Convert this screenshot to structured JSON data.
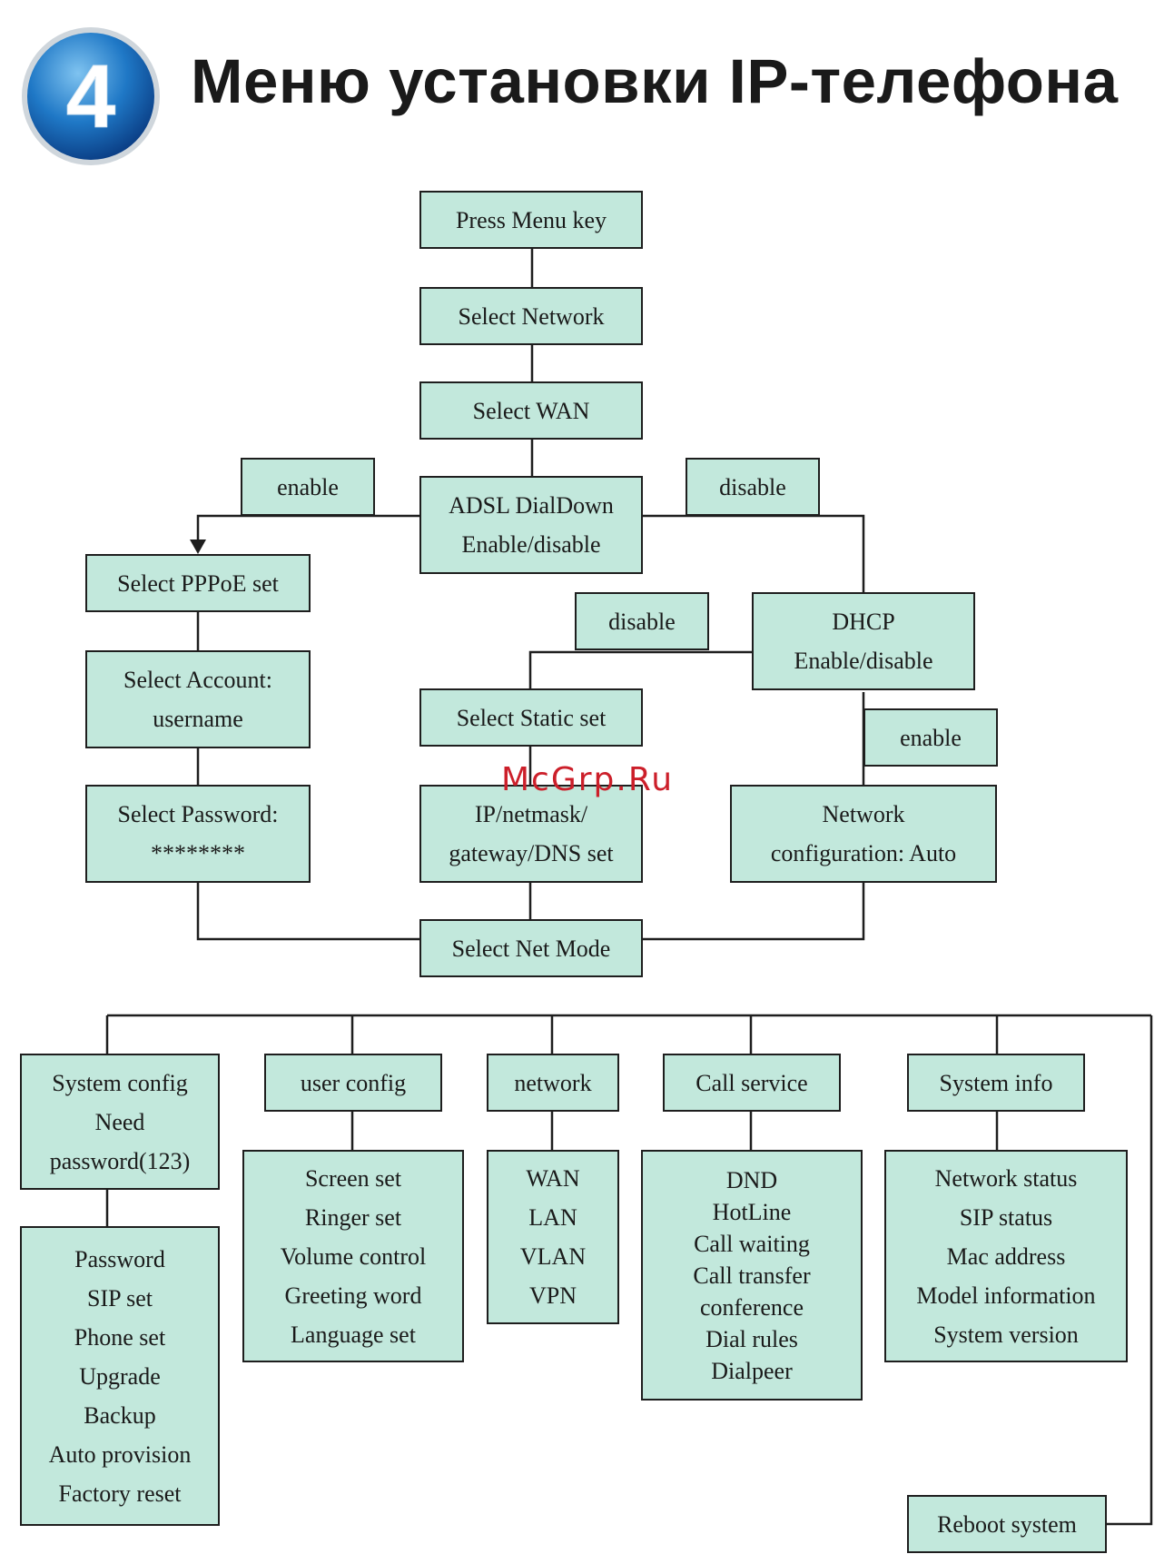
{
  "header": {
    "step_number": "4",
    "title": "Меню установки IP-телефона"
  },
  "watermark": "McGrp.Ru",
  "flow": {
    "press_menu": [
      "Press Menu key"
    ],
    "select_network": [
      "Select Network"
    ],
    "select_wan": [
      "Select WAN"
    ],
    "adsl": [
      "ADSL DialDown",
      "Enable/disable"
    ],
    "label_enable_left": [
      "enable"
    ],
    "label_disable_right": [
      "disable"
    ],
    "pppoe": [
      "Select PPPoE set"
    ],
    "account": [
      "Select Account:",
      "username"
    ],
    "password": [
      "Select Password:",
      "********"
    ],
    "dhcp": [
      "DHCP",
      "Enable/disable"
    ],
    "label_disable_mid": [
      "disable"
    ],
    "label_enable_dhcp": [
      "enable"
    ],
    "static": [
      "Select Static set"
    ],
    "ipnet": [
      "IP/netmask/",
      "gateway/DNS set"
    ],
    "netauto": [
      "Network",
      "configuration: Auto"
    ],
    "netmode": [
      "Select Net Mode"
    ],
    "sysconfig": [
      "System config",
      "Need",
      "password(123)"
    ],
    "userconfig": [
      "user config"
    ],
    "network": [
      "network"
    ],
    "callservice": [
      "Call service"
    ],
    "sysinfo": [
      "System info"
    ],
    "sysconfig_items": [
      "Password",
      "SIP set",
      "Phone set",
      "Upgrade",
      "Backup",
      "Auto provision",
      "Factory reset"
    ],
    "userconfig_items": [
      "Screen set",
      "Ringer set",
      "Volume control",
      "Greeting word",
      "Language set"
    ],
    "network_items": [
      "WAN",
      "LAN",
      "VLAN",
      "VPN"
    ],
    "callservice_items": [
      "DND",
      "HotLine",
      "Call waiting",
      "Call transfer",
      "conference",
      "Dial rules",
      "Dialpeer"
    ],
    "sysinfo_items": [
      "Network status",
      "SIP status",
      "Mac address",
      "Model information",
      "System version"
    ],
    "reboot": [
      "Reboot system"
    ]
  }
}
